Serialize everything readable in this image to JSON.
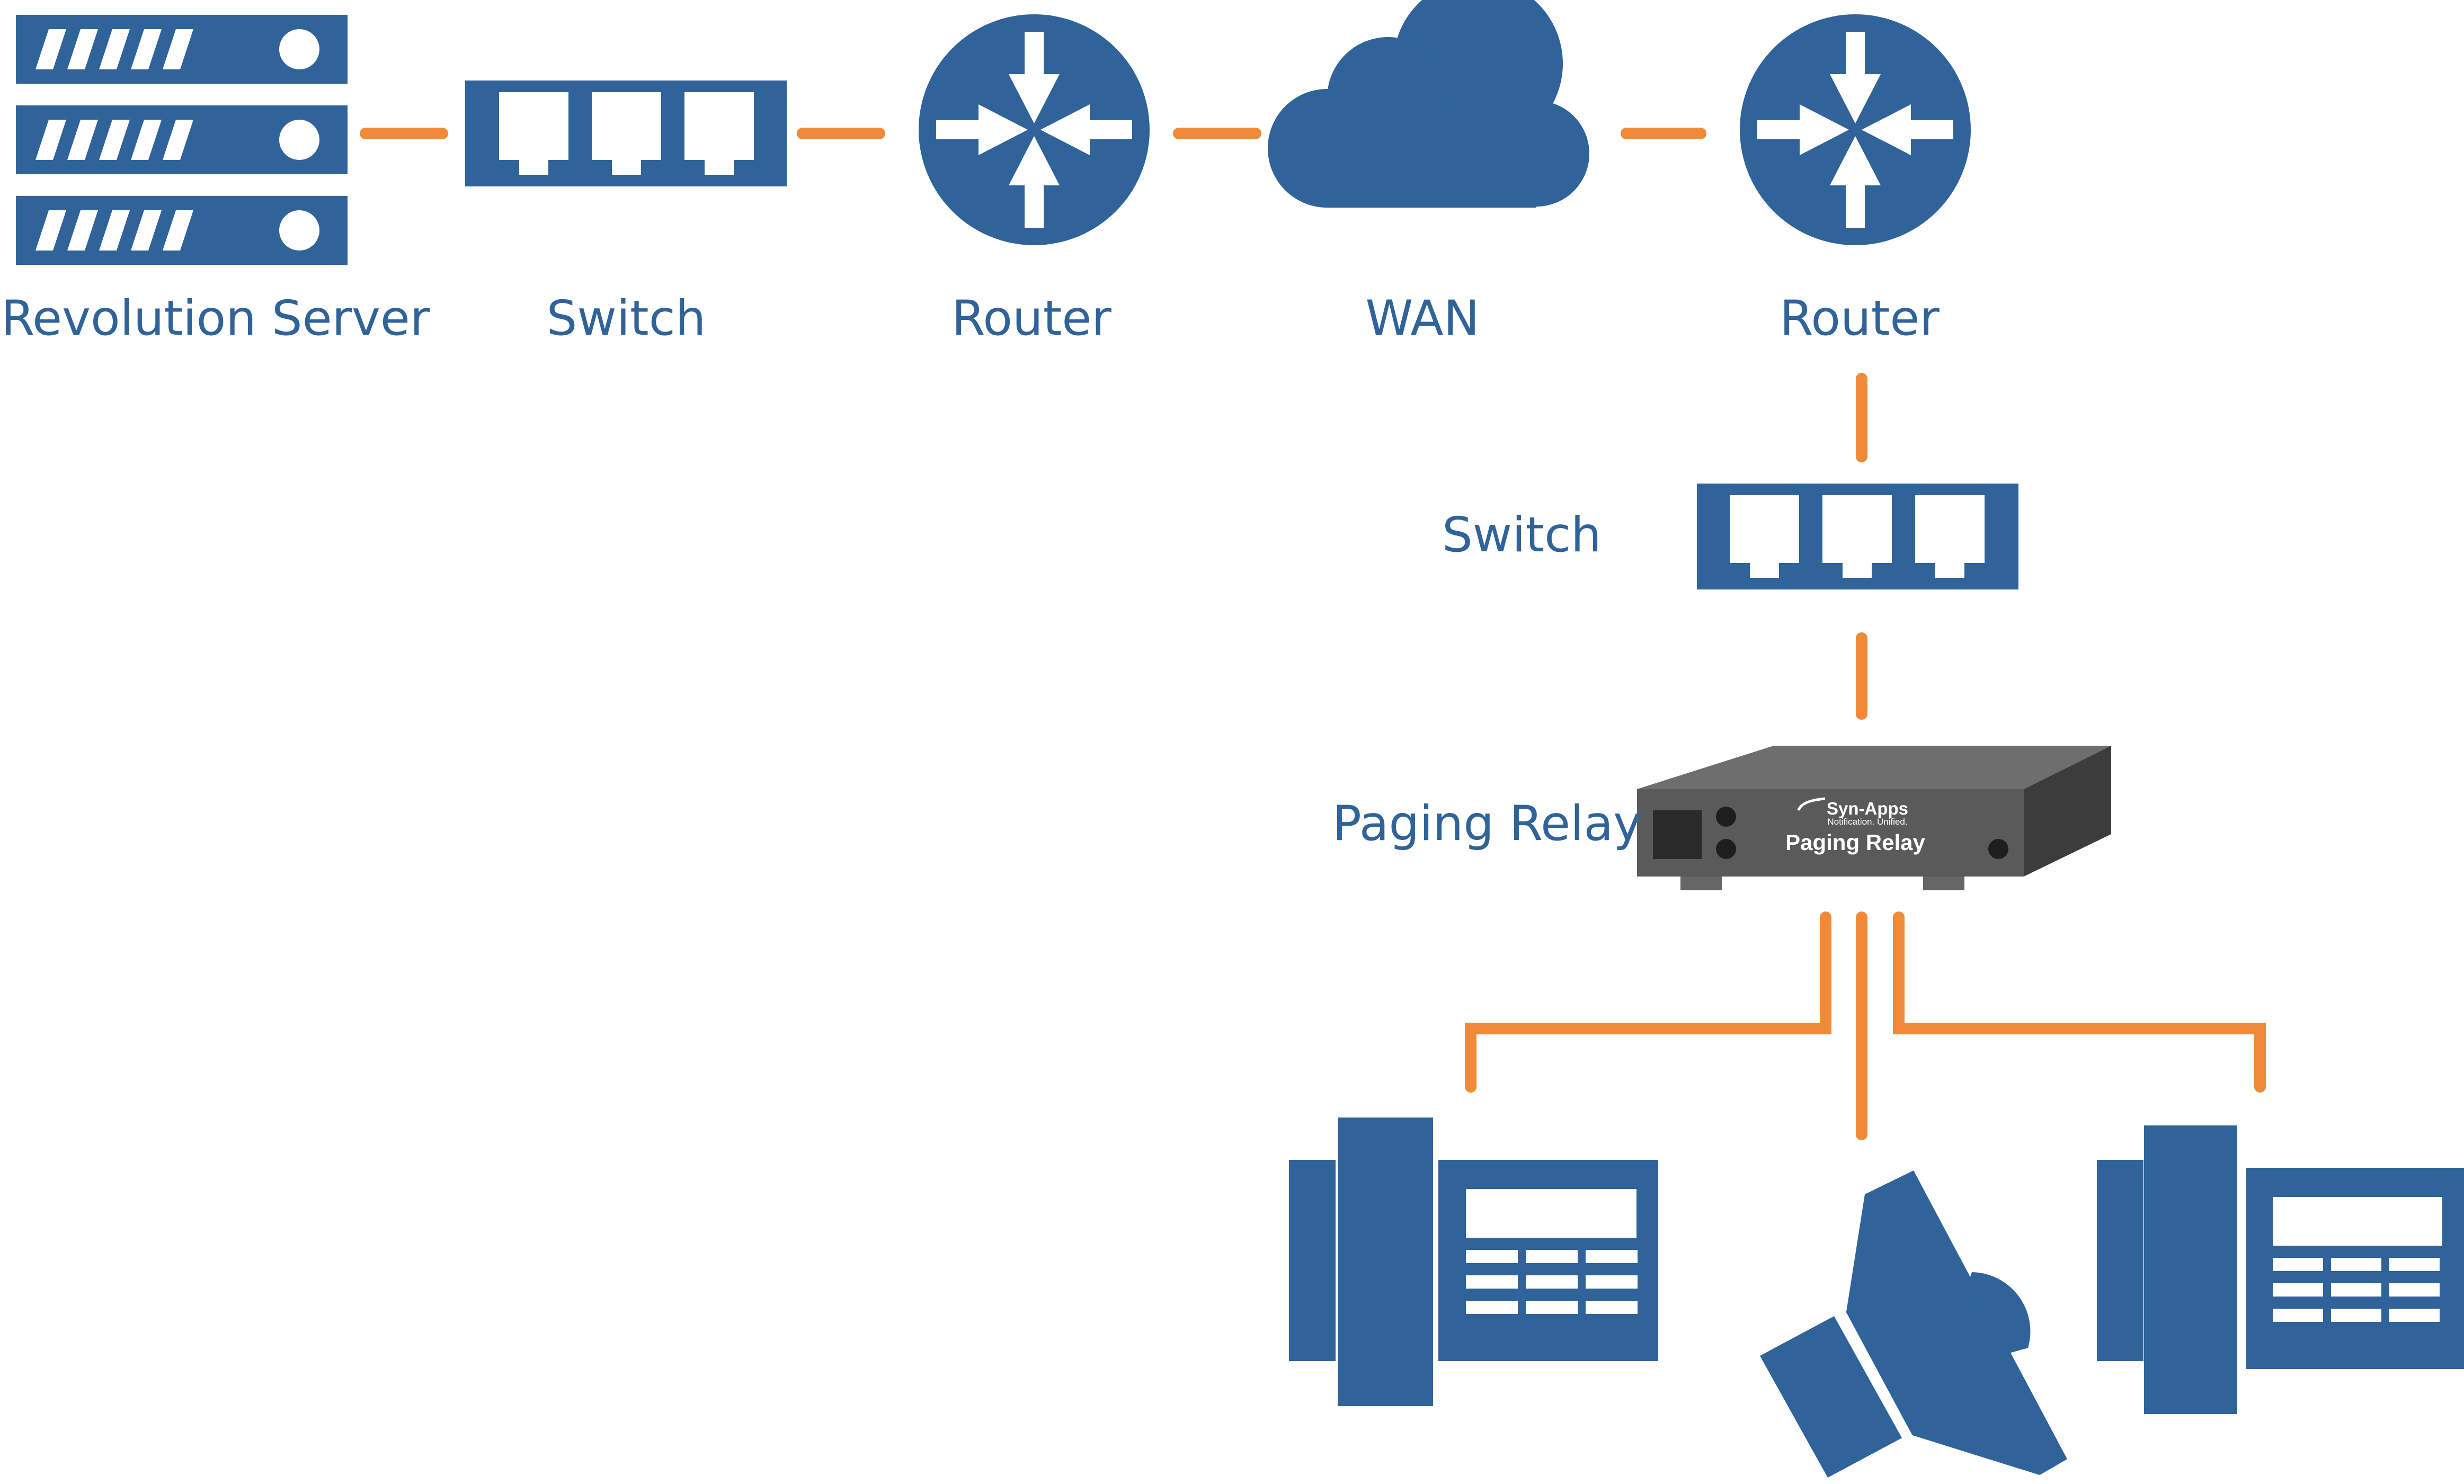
{
  "colors": {
    "icon": "#2f6399",
    "connector": "#f08a37",
    "device_front": "#5a5a5a",
    "device_top": "#6e6e6e",
    "device_side": "#3c3c3c"
  },
  "nodes": {
    "revolution_server": {
      "label": "Revolution Server",
      "icon": "server-rack-icon"
    },
    "switch_top": {
      "label": "Switch",
      "icon": "network-switch-icon"
    },
    "router_left": {
      "label": "Router",
      "icon": "router-icon"
    },
    "wan": {
      "label": "WAN",
      "icon": "cloud-icon"
    },
    "router_right": {
      "label": "Router",
      "icon": "router-icon"
    },
    "switch_right": {
      "label": "Switch",
      "icon": "network-switch-icon"
    },
    "paging_relay": {
      "label": "Paging Relay",
      "icon": "paging-relay-device-icon"
    }
  },
  "device": {
    "brand": "Syn-Apps",
    "tagline": "Notification. Unified.",
    "name": "Paging Relay"
  },
  "endpoints": [
    {
      "icon": "desk-phone-icon"
    },
    {
      "icon": "speaker-horn-icon"
    },
    {
      "icon": "desk-phone-icon"
    }
  ]
}
